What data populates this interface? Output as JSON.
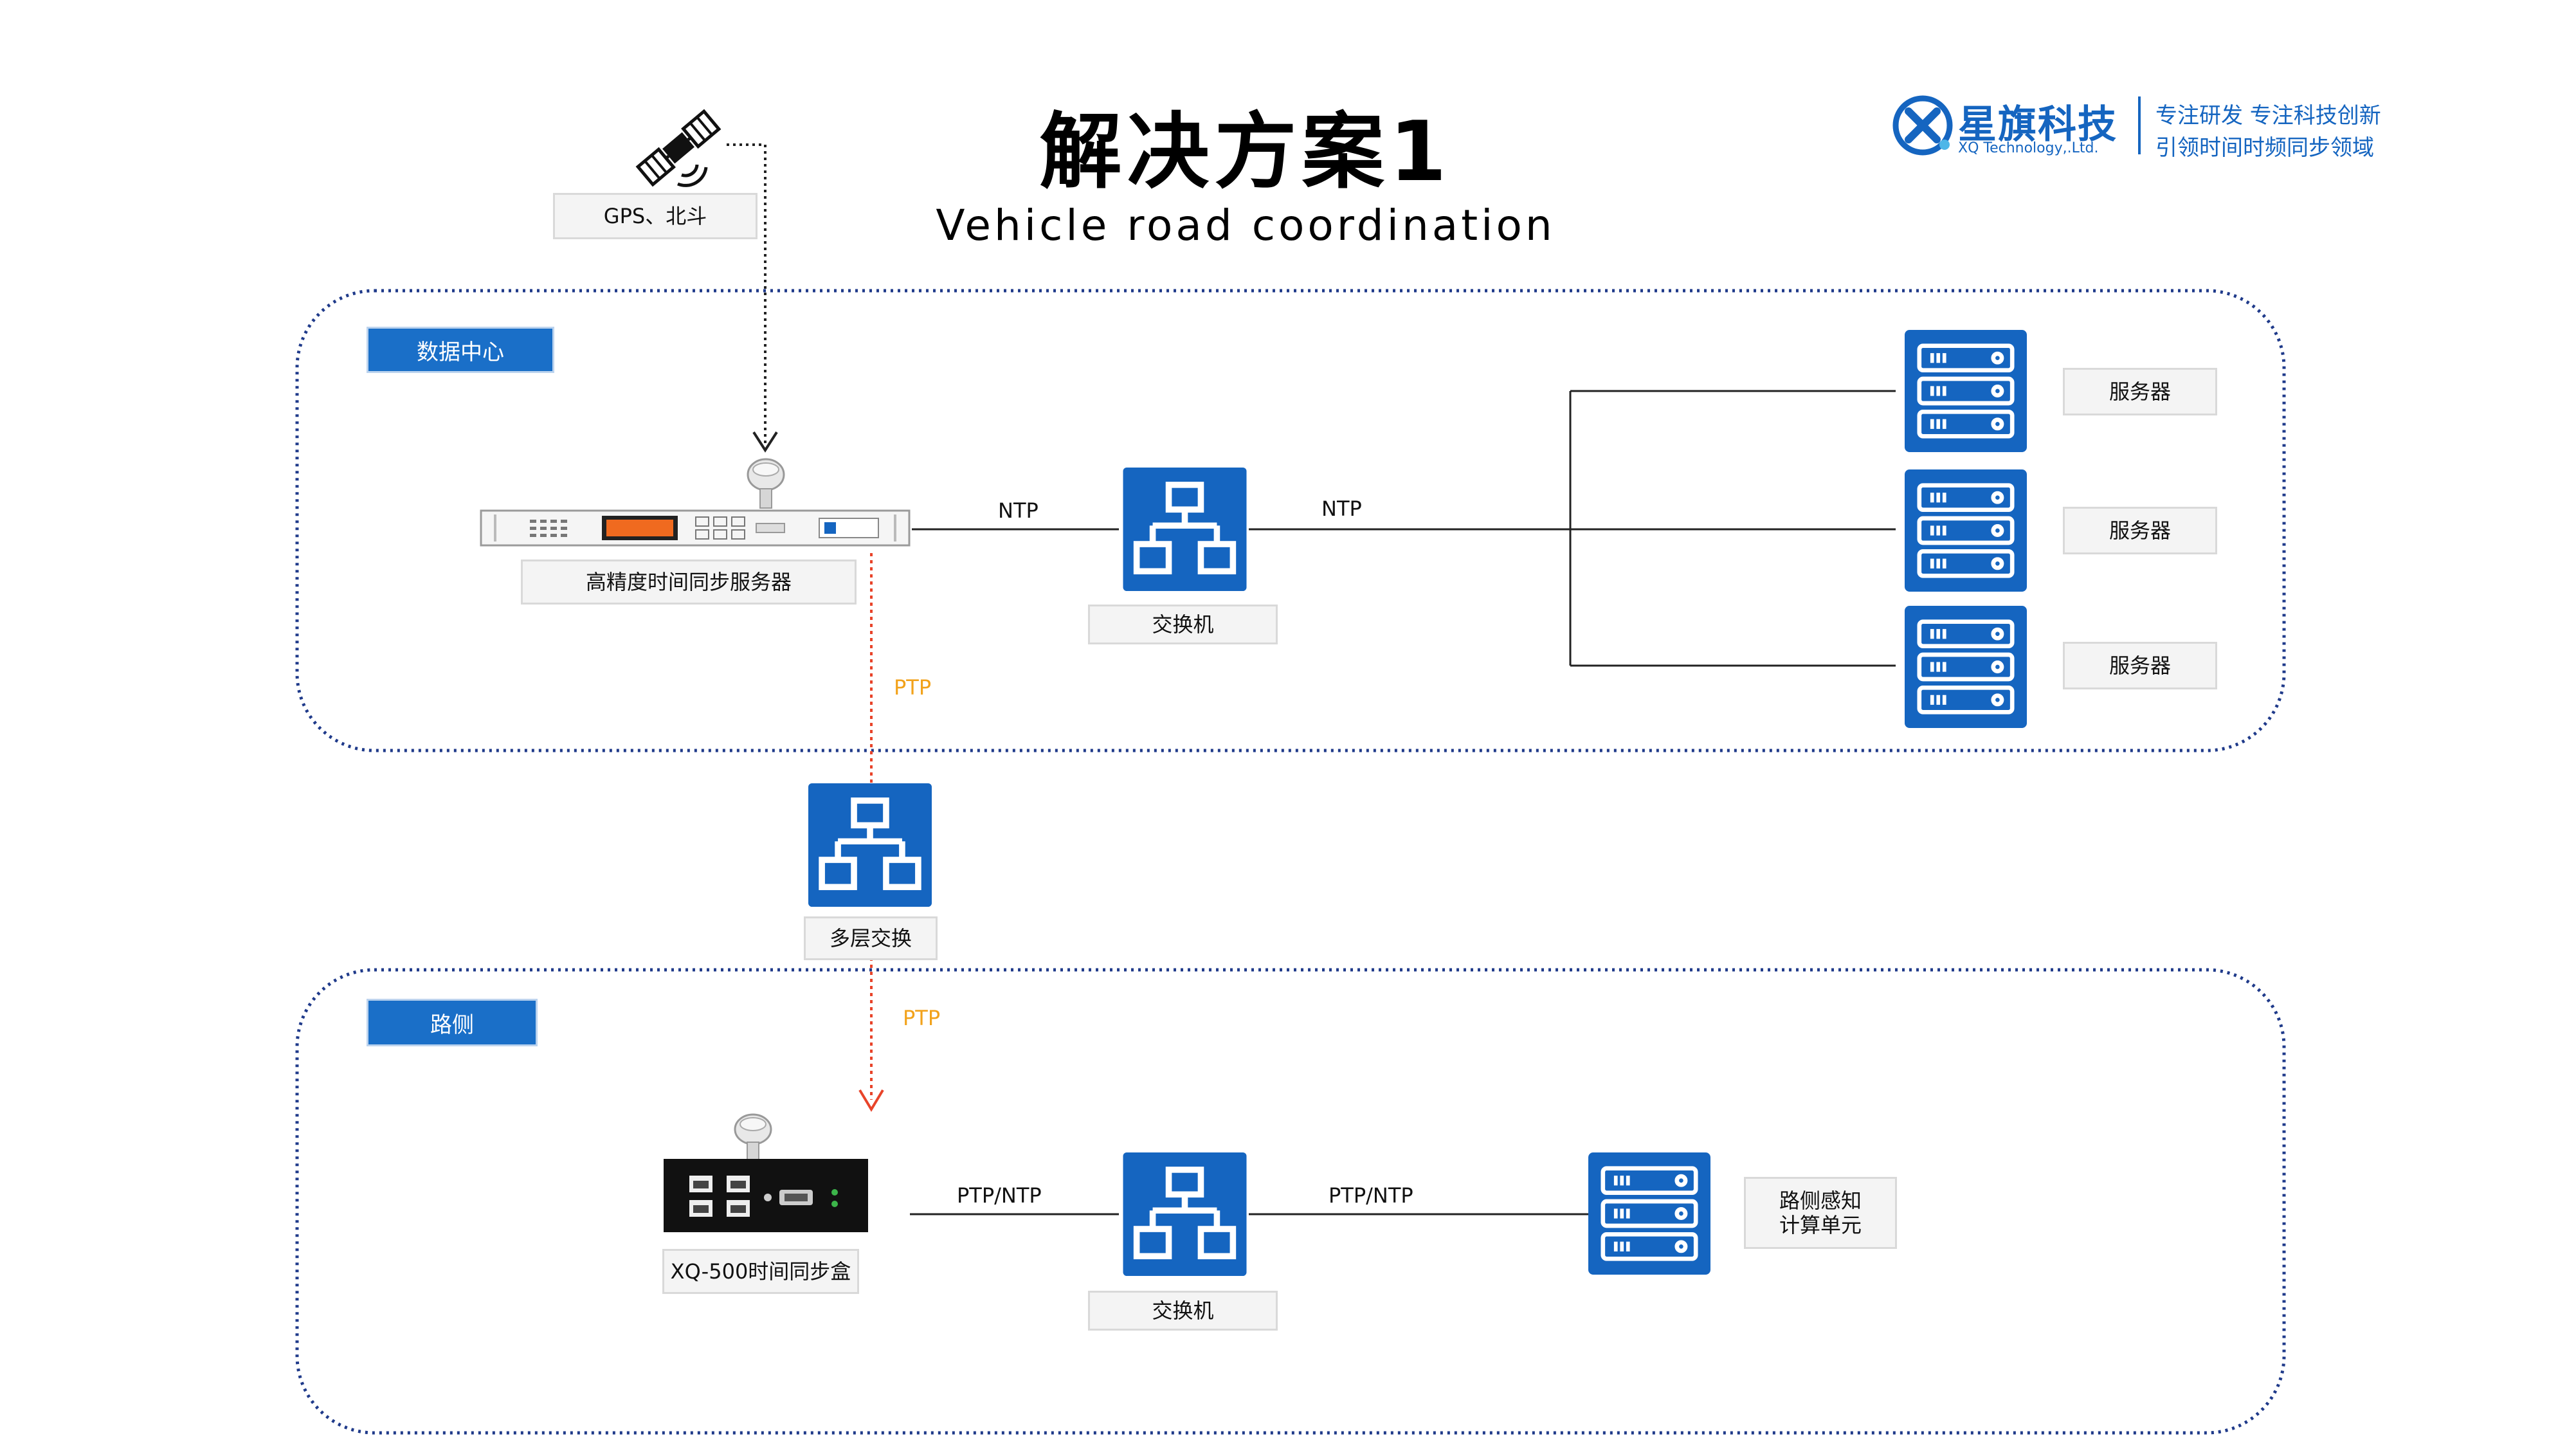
{
  "header": {
    "title": "解决方案1",
    "subtitle": "Vehicle road coordination"
  },
  "logo": {
    "name": "星旗科技",
    "name_en": "XQ Technology,.Ltd.",
    "slogan_line1": "专注研发 专注科技创新",
    "slogan_line2": "引领时间时频同步领域"
  },
  "satellite": {
    "label": "GPS、北斗"
  },
  "data_center": {
    "zone_label": "数据中心",
    "sync_server_label": "高精度时间同步服务器",
    "switch_label": "交换机",
    "link_server_switch": "NTP",
    "link_switch_servers": "NTP",
    "servers": [
      {
        "label": "服务器"
      },
      {
        "label": "服务器"
      },
      {
        "label": "服务器"
      }
    ]
  },
  "core": {
    "switch_label": "多层交换",
    "ptp_upper": "PTP",
    "ptp_lower": "PTP"
  },
  "roadside": {
    "zone_label": "路侧",
    "sync_box_label": "XQ-500时间同步盒",
    "switch_label": "交换机",
    "link_box_switch": "PTP/NTP",
    "link_switch_unit": "PTP/NTP",
    "unit_label_line1": "路侧感知",
    "unit_label_line2": "计算单元"
  },
  "colors": {
    "accent_blue": "#1565c0",
    "zone_border": "#1f3a8a",
    "ptp_link": "#e8442a",
    "ptp_text": "#f2a21b"
  }
}
